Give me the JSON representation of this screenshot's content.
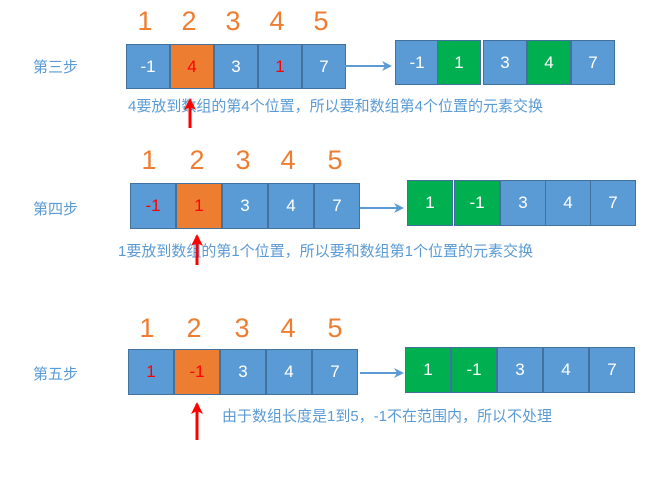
{
  "colors": {
    "blue_cell": "#5B9BD5",
    "orange_cell": "#ED7D31",
    "green_cell": "#00B050",
    "white_text": "#FFFFFF",
    "red_text": "#FF0000",
    "index_color": "#ED7D31",
    "label_color": "#5B9BD5",
    "arrow_blue": "#5B9BD5",
    "arrow_red": "#FF0000"
  },
  "steps": [
    {
      "label": "第三步",
      "indices": [
        "1",
        "2",
        "3",
        "4",
        "5"
      ],
      "before": [
        {
          "value": "-1",
          "fill": "blue",
          "text": "white"
        },
        {
          "value": "4",
          "fill": "orange",
          "text": "red"
        },
        {
          "value": "3",
          "fill": "blue",
          "text": "white"
        },
        {
          "value": "1",
          "fill": "blue",
          "text": "red"
        },
        {
          "value": "7",
          "fill": "blue",
          "text": "white"
        }
      ],
      "after": [
        {
          "value": "-1",
          "fill": "blue",
          "text": "white"
        },
        {
          "value": "1",
          "fill": "green",
          "text": "white"
        },
        {
          "value": "3",
          "fill": "blue",
          "text": "white"
        },
        {
          "value": "4",
          "fill": "green",
          "text": "white"
        },
        {
          "value": "7",
          "fill": "blue",
          "text": "white"
        }
      ],
      "note": "4要放到数组的第4个位置，所以要和数组第4个位置的元素交换"
    },
    {
      "label": "第四步",
      "indices": [
        "1",
        "2",
        "3",
        "4",
        "5"
      ],
      "before": [
        {
          "value": "-1",
          "fill": "blue",
          "text": "red"
        },
        {
          "value": "1",
          "fill": "orange",
          "text": "red"
        },
        {
          "value": "3",
          "fill": "blue",
          "text": "white"
        },
        {
          "value": "4",
          "fill": "blue",
          "text": "white"
        },
        {
          "value": "7",
          "fill": "blue",
          "text": "white"
        }
      ],
      "after": [
        {
          "value": "1",
          "fill": "green",
          "text": "white"
        },
        {
          "value": "-1",
          "fill": "green",
          "text": "white"
        },
        {
          "value": "3",
          "fill": "blue",
          "text": "white"
        },
        {
          "value": "4",
          "fill": "blue",
          "text": "white"
        },
        {
          "value": "7",
          "fill": "blue",
          "text": "white"
        }
      ],
      "note": "1要放到数组的第1个位置，所以要和数组第1个位置的元素交换"
    },
    {
      "label": "第五步",
      "indices": [
        "1",
        "2",
        "3",
        "4",
        "5"
      ],
      "before": [
        {
          "value": "1",
          "fill": "blue",
          "text": "red"
        },
        {
          "value": "-1",
          "fill": "orange",
          "text": "red"
        },
        {
          "value": "3",
          "fill": "blue",
          "text": "white"
        },
        {
          "value": "4",
          "fill": "blue",
          "text": "white"
        },
        {
          "value": "7",
          "fill": "blue",
          "text": "white"
        }
      ],
      "after": [
        {
          "value": "1",
          "fill": "green",
          "text": "white"
        },
        {
          "value": "-1",
          "fill": "green",
          "text": "white"
        },
        {
          "value": "3",
          "fill": "blue",
          "text": "white"
        },
        {
          "value": "4",
          "fill": "blue",
          "text": "white"
        },
        {
          "value": "7",
          "fill": "blue",
          "text": "white"
        }
      ],
      "note": "由于数组长度是1到5，-1不在范围内，所以不处理"
    }
  ]
}
